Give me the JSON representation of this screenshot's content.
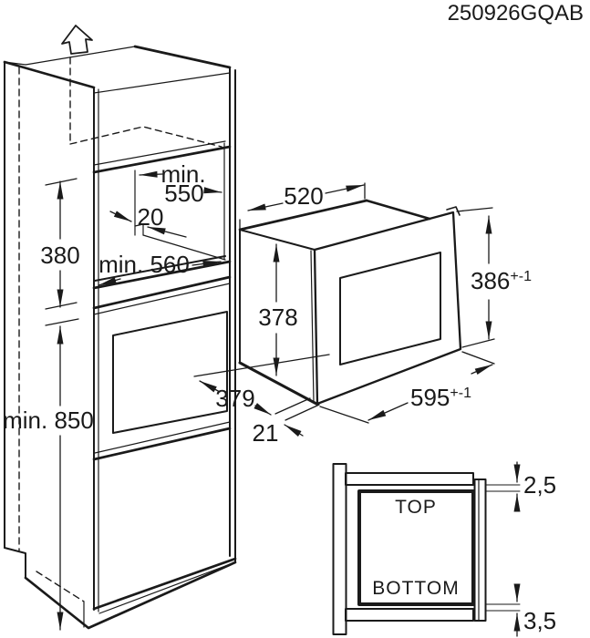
{
  "part_number": "250926GQAB",
  "colors": {
    "line": "#1a1a1a",
    "background": "#ffffff"
  },
  "cabinet": {
    "niche_depth_min_line1": "min.",
    "niche_depth_min_line2": "550",
    "rear_gap": "20",
    "niche_height": "380",
    "niche_width_min": "min. 560",
    "base_height_min": "min. 850"
  },
  "oven": {
    "body_depth_top": "520",
    "body_height": "378",
    "front_height": "386",
    "front_height_tolerance": "+-1",
    "front_width": "595",
    "front_width_tolerance": "+-1",
    "depth_with_door": "379",
    "front_protrusion": "21"
  },
  "detail": {
    "top_label": "TOP",
    "bottom_label": "BOTTOM",
    "top_gap": "2,5",
    "bottom_gap": "3,5"
  }
}
